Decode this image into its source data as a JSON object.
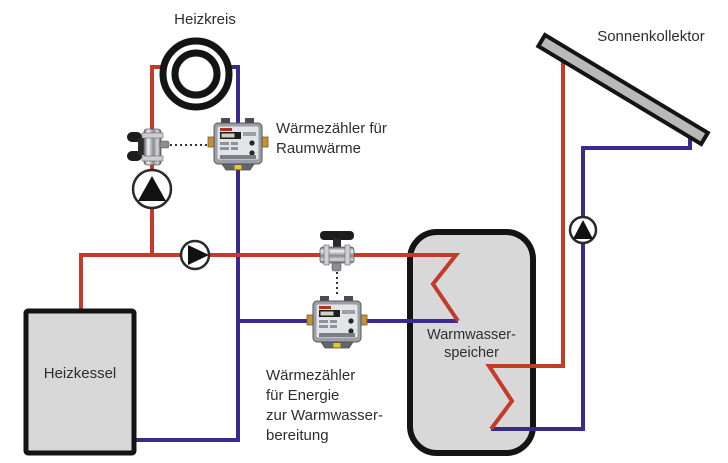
{
  "labels": {
    "heizkreis": "Heizkreis",
    "sonnenkollektor": "Sonnenkollektor",
    "heat_meter_room": "Wärmezähler für\nRaumwärme",
    "heizkessel": "Heizkessel",
    "storage_tank": "Warmwasser-\nspeicher",
    "heat_meter_dhw": "Wärmezähler\nfür Energie\nzur Warmwasser-\nbereitung"
  },
  "colors": {
    "flow_pipe": "#c43a2b",
    "return_pipe": "#3a2a8c",
    "outline": "#141414",
    "vessel_fill": "#d8d8d8",
    "collector_fill": "#b9b9b9",
    "label_text": "#2e2e2e",
    "meter_body": "#9ba0a6",
    "meter_face": "#e3e4e7",
    "brass_fitting": "#c49038",
    "yellow_tag": "#e9c91d"
  },
  "icons": {
    "pump_icon": "black triangle in white circle (flow direction)",
    "heating_coil_icon": "two concentric black rings",
    "ball_valve_icon": "chrome valve with black handle",
    "heat_meter_icon": "gray meter box with display and brass fittings",
    "solar_collector_icon": "tilted gray panel",
    "heat_exchanger_icon": "red zigzag inside tank"
  }
}
